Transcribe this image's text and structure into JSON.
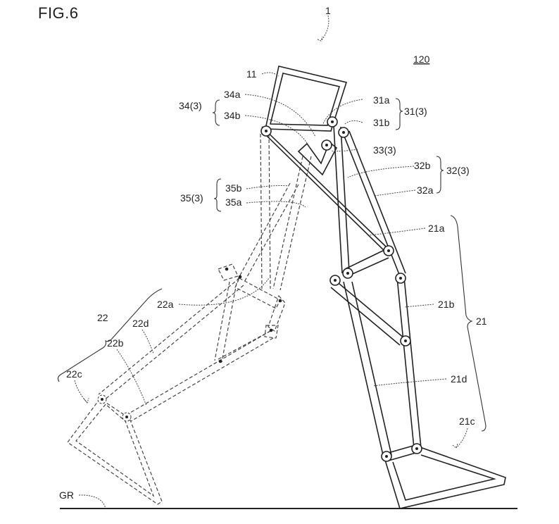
{
  "figure": {
    "title": "FIG.6",
    "reference_number": "120",
    "device_label": "1"
  },
  "labels": {
    "body": "11",
    "l34a": "34a",
    "l34b": "34b",
    "g34": "34(3)",
    "l31a": "31a",
    "l31b": "31b",
    "g31": "31(3)",
    "l33": "33(3)",
    "l32b": "32b",
    "l32a": "32a",
    "g32": "32(3)",
    "l35b": "35b",
    "l35a": "35a",
    "g35": "35(3)",
    "l21a": "21a",
    "l21b": "21b",
    "g21": "21",
    "l21d": "21d",
    "l21c": "21c",
    "l22a": "22a",
    "g22": "22",
    "l22d": "22d",
    "l22b": "22b",
    "l22c": "22c",
    "ground": "GR"
  }
}
